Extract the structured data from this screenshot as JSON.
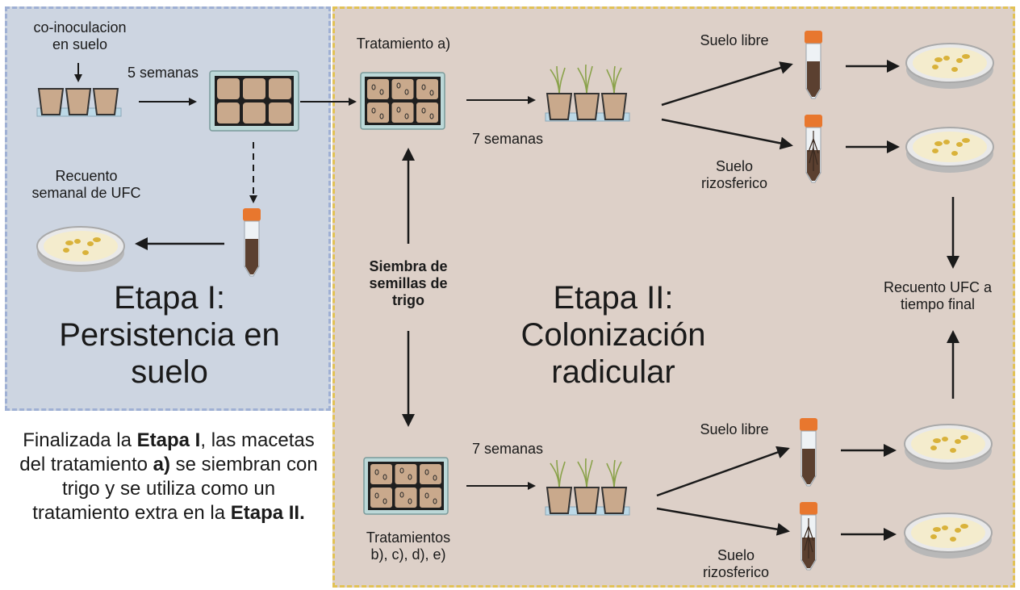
{
  "stage1": {
    "coinoculation_line1": "co-inoculacion",
    "coinoculation_line2": "en suelo",
    "weeks5": "5 semanas",
    "weekly_count_line1": "Recuento",
    "weekly_count_line2": "semanal de UFC",
    "title_line1": "Etapa I:",
    "title_line2": "Persistencia en",
    "title_line3": "suelo"
  },
  "center": {
    "sowing_line1": "Siembra de",
    "sowing_line2": "semillas de",
    "sowing_line3": "trigo"
  },
  "stage2": {
    "treatment_a": "Tratamiento a)",
    "weeks7_top": "7 semanas",
    "weeks7_bottom": "7 semanas",
    "treatments_bcde_line1": "Tratamientos",
    "treatments_bcde_line2": "b), c), d), e)",
    "free_soil_top": "Suelo libre",
    "rhizo_top_line1": "Suelo",
    "rhizo_top_line2": "rizosferico",
    "free_soil_bottom": "Suelo libre",
    "rhizo_bottom_line1": "Suelo",
    "rhizo_bottom_line2": "rizosferico",
    "final_count_line1": "Recuento UFC a",
    "final_count_line2": "tiempo final",
    "title_line1": "Etapa II:",
    "title_line2": "Colonización",
    "title_line3": "radicular"
  },
  "note": {
    "part1": "Finalizada la ",
    "bold1": "Etapa I",
    "part2": ", las macetas del tratamiento ",
    "bold2": "a)",
    "part3": " se siembran con trigo y se utiliza como un tratamiento extra en la ",
    "bold3": "Etapa II."
  },
  "icons": [
    "pots-icon",
    "tray-icon",
    "seed-tray-icon",
    "plants-in-pots-icon",
    "falcon-tube-icon",
    "petri-dish-icon"
  ],
  "colors": {
    "stage1_bg": "#cdd5e1",
    "stage1_border": "#9fb0d4",
    "stage2_bg": "#ddd0c8",
    "stage2_border": "#e2c255",
    "tube_cap": "#e8772e",
    "soil": "#5b4030",
    "agar": "#f4eccd",
    "colony": "#d9b23a"
  }
}
